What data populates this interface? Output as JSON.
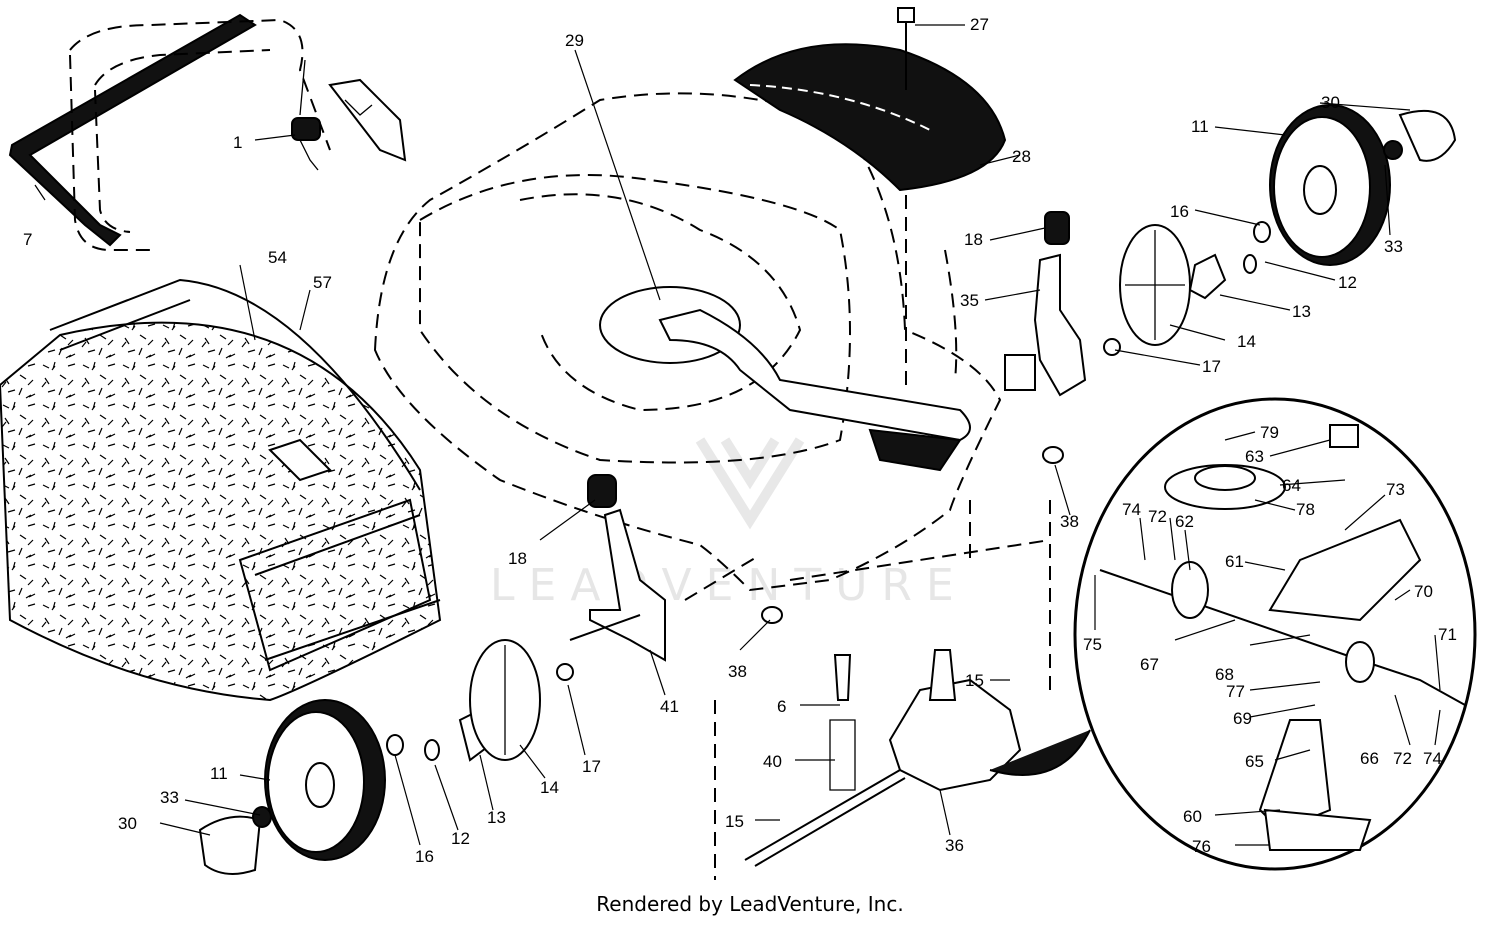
{
  "footer": "Rendered by LeadVenture, Inc.",
  "watermark": "LEADVENTURE",
  "callouts": [
    "1",
    "7",
    "54",
    "57",
    "29",
    "27",
    "28",
    "30",
    "11",
    "33",
    "16",
    "12",
    "13",
    "14",
    "17",
    "18",
    "35",
    "38",
    "79",
    "63",
    "64",
    "73",
    "78",
    "74",
    "72",
    "62",
    "61",
    "75",
    "70",
    "71",
    "67",
    "68",
    "77",
    "69",
    "65",
    "66",
    "60",
    "76",
    "41",
    "15",
    "6",
    "40",
    "36"
  ]
}
